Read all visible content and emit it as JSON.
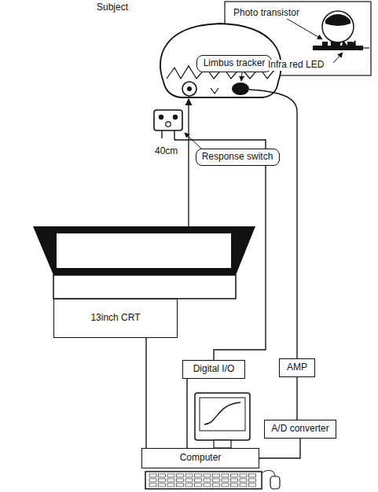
{
  "diagram": {
    "nodes": [
      {
        "text": [
          "Limbus tracker"
        ]
      },
      {
        "text": [
          "Response switch"
        ]
      },
      {
        "text": [
          "13inch CRT"
        ]
      },
      {
        "text": [
          "Digital I/O"
        ]
      },
      {
        "text": [
          "AMP"
        ]
      },
      {
        "text": [
          "A/D converter"
        ]
      },
      {
        "text": [
          "Computer"
        ]
      }
    ],
    "edges": [
      {
        "from": 2,
        "to": 6,
        "arrow": "none"
      },
      {
        "from": 3,
        "to": 6,
        "arrow": "none"
      },
      {
        "from": 4,
        "to": 5,
        "arrow": "none"
      },
      {
        "from": 5,
        "to": 6,
        "arrow": "none"
      }
    ],
    "labels": [
      "Subject",
      "Photo transistor",
      "Infra red LED",
      "40cm"
    ]
  }
}
